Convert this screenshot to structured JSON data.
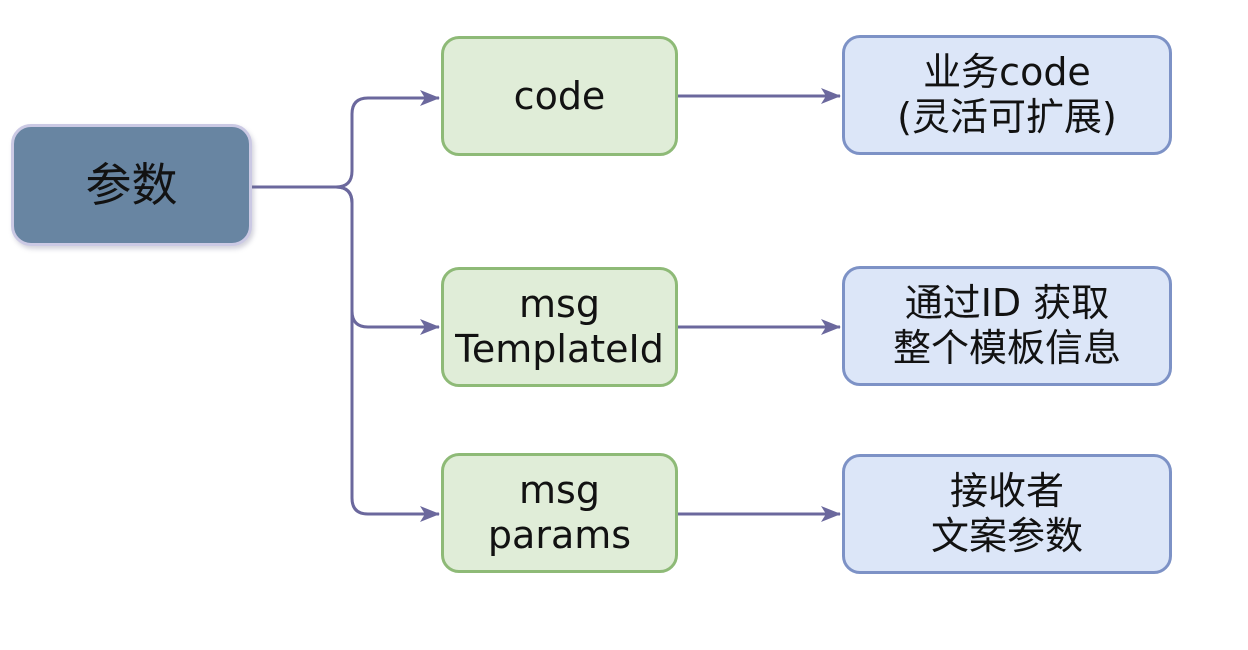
{
  "diagram": {
    "source": {
      "label": "参数"
    },
    "rows": [
      {
        "key": "code",
        "value": "业务code\n(灵活可扩展)"
      },
      {
        "key": "msg\nTemplateId",
        "value": "通过ID 获取\n整个模板信息"
      },
      {
        "key": "msg\nparams",
        "value": "接收者\n文案参数"
      }
    ],
    "colors": {
      "source_fill": "#6885a2",
      "source_border": "#cbc9e4",
      "key_fill": "#e0edd8",
      "key_border": "#8eba77",
      "value_fill": "#dce6f8",
      "value_border": "#7d92c6",
      "connector": "#6b689d",
      "text": "#121212",
      "bg": "#ffffff"
    }
  }
}
